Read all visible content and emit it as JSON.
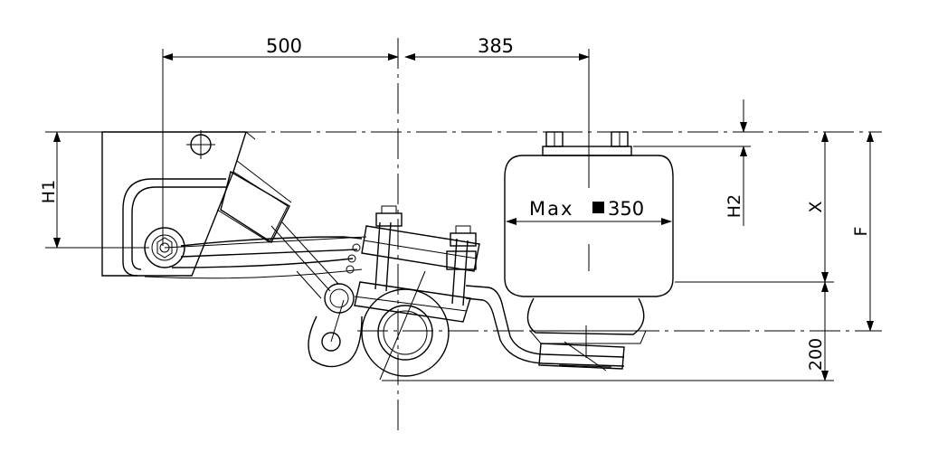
{
  "dimensions": {
    "span_left": "500",
    "span_right": "385",
    "h1": "H1",
    "h2": "H2",
    "x": "X",
    "f": "F",
    "ground_gap": "200",
    "bellows_prefix": "Max",
    "bellows_value": "350"
  }
}
